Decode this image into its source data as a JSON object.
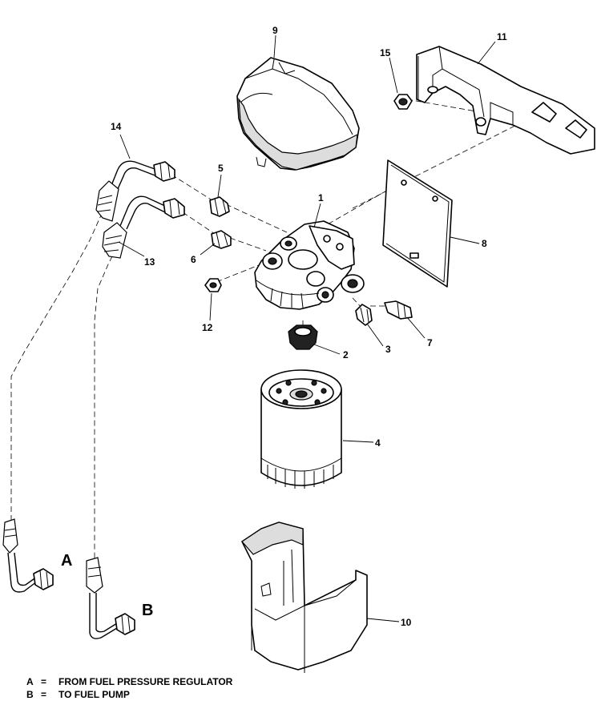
{
  "callouts": {
    "c1": "1",
    "c2": "2",
    "c3": "3",
    "c4": "4",
    "c5": "5",
    "c6": "6",
    "c7": "7",
    "c8": "8",
    "c9": "9",
    "c10": "10",
    "c11": "11",
    "c12": "12",
    "c13": "13",
    "c14": "14",
    "c15": "15"
  },
  "line_labels": {
    "a": "A",
    "b": "B"
  },
  "legend": [
    {
      "key": "A",
      "eq": "=",
      "text": "FROM FUEL PRESSURE REGULATOR"
    },
    {
      "key": "B",
      "eq": "=",
      "text": "TO FUEL PUMP"
    }
  ]
}
